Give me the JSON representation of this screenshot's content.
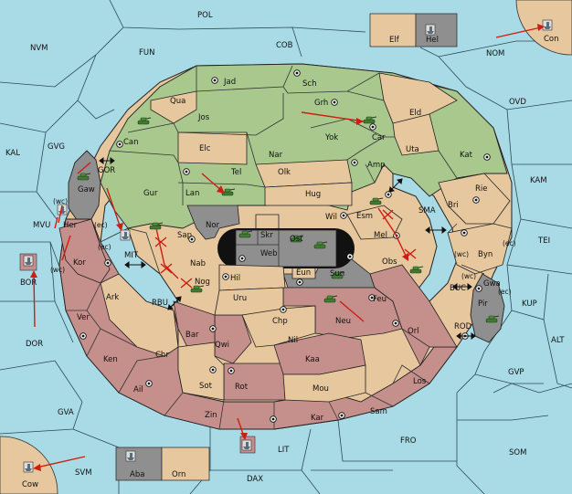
{
  "map": {
    "colors": {
      "water": "#a9dbe6",
      "green": "#a8c88e",
      "tan": "#e7c79d",
      "red": "#c58f8b",
      "gray": "#8f8f8f",
      "black": "#111111",
      "arrow": "#cc1e12",
      "unit": "#3f7a33"
    },
    "sea_labels": {
      "pol": "POL",
      "cob": "COB",
      "fun": "FUN",
      "nvm": "NVM",
      "nom": "NOM",
      "kal": "KAL",
      "gvg": "GVG",
      "gor": "GOR",
      "mvu": "MVU",
      "mit": "MIT",
      "bor": "BOR",
      "rbu": "RBU",
      "dor": "DOR",
      "ovd": "OVD",
      "kam": "KAM",
      "sma": "SMA",
      "tei": "TEI",
      "buc": "BUC",
      "kup": "KUP",
      "rod": "ROD",
      "alt": "ALT",
      "gvp": "GVP",
      "gva": "GVA",
      "fro": "FRO",
      "som": "SOM",
      "svm": "SVM",
      "lit": "LIT",
      "dax": "DAX"
    },
    "land_labels": {
      "jad": "Jad",
      "sch": "Sch",
      "qua": "Qua",
      "grh": "Grh",
      "eld": "Eld",
      "jos": "Jos",
      "car": "Car",
      "can": "Can",
      "yok": "Yok",
      "uta": "Uta",
      "elc": "Elc",
      "nar": "Nar",
      "amp": "Amp",
      "kat": "Kat",
      "olk": "Olk",
      "gaw": "Gaw",
      "tel": "Tel",
      "gur": "Gur",
      "lan": "Lan",
      "hug": "Hug",
      "rie": "Rie",
      "bri": "Bri",
      "esm": "Esm",
      "wil": "Wil",
      "nor": "Nor",
      "skr": "Skr",
      "ost": "Ost",
      "her": "Her",
      "sap": "Sap",
      "web": "Web",
      "mel": "Mel",
      "byn": "Byn",
      "kor": "Kor",
      "obs": "Obs",
      "nab": "Nab",
      "eun": "Eun",
      "sun": "Sun",
      "hil": "Hil",
      "gwa": "Gwa",
      "nog": "Nog",
      "pir": "Pir",
      "ark": "Ark",
      "uru": "Uru",
      "feu": "Feu",
      "chp": "Chp",
      "neu": "Neu",
      "orl": "Orl",
      "ver": "Ver",
      "bar": "Bar",
      "qwi": "Qwi",
      "nil": "Nil",
      "ken": "Ken",
      "chr": "Chr",
      "kaa": "Kaa",
      "los": "Los",
      "ail": "Ail",
      "sot": "Sot",
      "rot": "Rot",
      "mou": "Mou",
      "zin": "Zin",
      "kar": "Kar",
      "sam": "Sam",
      "elf": "Elf",
      "hel": "Hel",
      "con": "Con",
      "aba": "Aba",
      "orn": "Orn",
      "cow": "Cow"
    },
    "coast_labels": {
      "wc_her": "(wc)",
      "ec_her": "(ec)",
      "wc_kor": "(wc)",
      "ec_mit": "(ec)",
      "wc_byn": "(wc)",
      "ec_byn": "(ec)",
      "wc_gwa": "(wc)",
      "ec_gwa": "(ec)"
    }
  }
}
